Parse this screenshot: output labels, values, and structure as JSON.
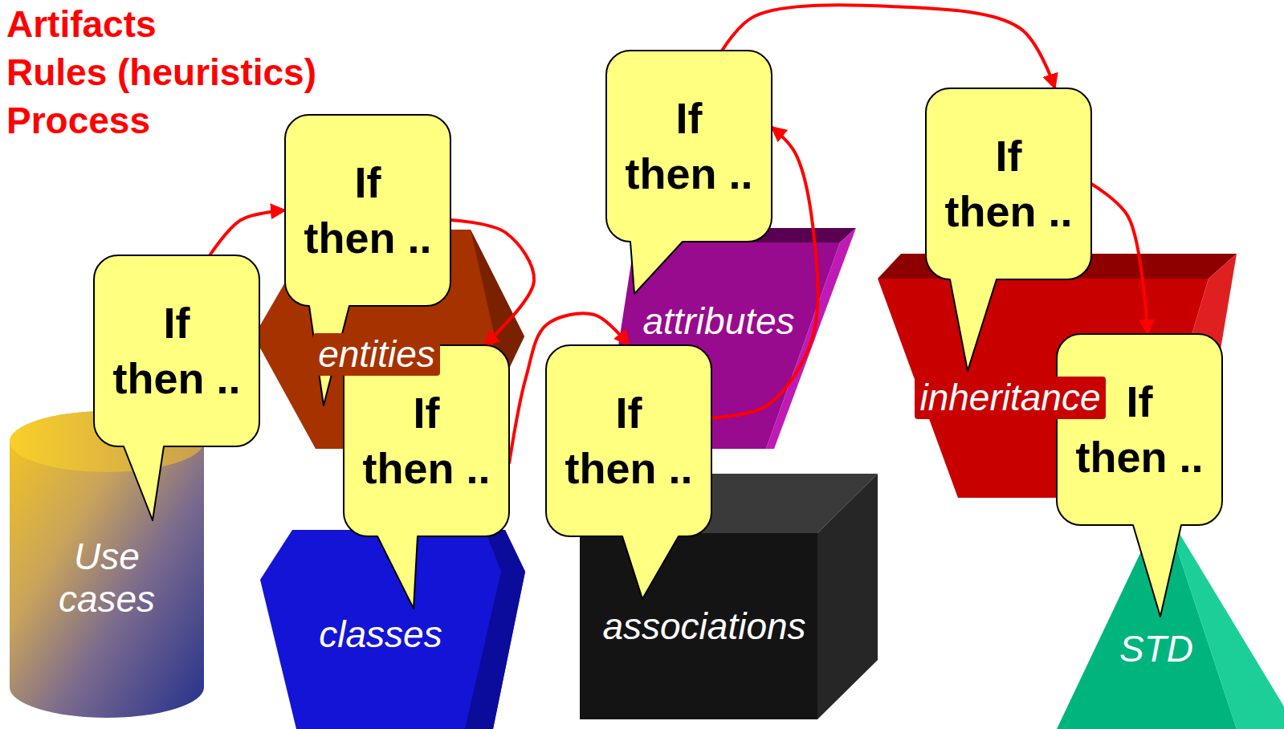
{
  "diagram": {
    "nodes": [
      {
        "text": [
          "Use cases"
        ]
      },
      {
        "text": [
          "entities"
        ]
      },
      {
        "text": [
          "classes"
        ]
      },
      {
        "text": [
          "attributes"
        ]
      },
      {
        "text": [
          "associations"
        ]
      },
      {
        "text": [
          "inheritance"
        ]
      },
      {
        "text": [
          "STD"
        ]
      },
      {
        "text": [
          "If then .."
        ]
      },
      {
        "text": [
          "If then .."
        ]
      },
      {
        "text": [
          "If then .."
        ]
      },
      {
        "text": [
          "If then .."
        ]
      },
      {
        "text": [
          "If then .."
        ]
      },
      {
        "text": [
          "If then .."
        ]
      },
      {
        "text": [
          "If then .."
        ]
      }
    ],
    "edges": [
      {
        "from": 7,
        "to": 8,
        "arrow": "to"
      },
      {
        "from": 8,
        "to": 9,
        "arrow": "to"
      },
      {
        "from": 9,
        "to": 10,
        "arrow": "to"
      },
      {
        "from": 10,
        "to": 11,
        "arrow": "to"
      },
      {
        "from": 11,
        "to": 12,
        "arrow": "to"
      },
      {
        "from": 12,
        "to": 13,
        "arrow": "to"
      }
    ],
    "labels": [
      "Artifacts",
      "Rules (heuristics)",
      "Process"
    ]
  }
}
